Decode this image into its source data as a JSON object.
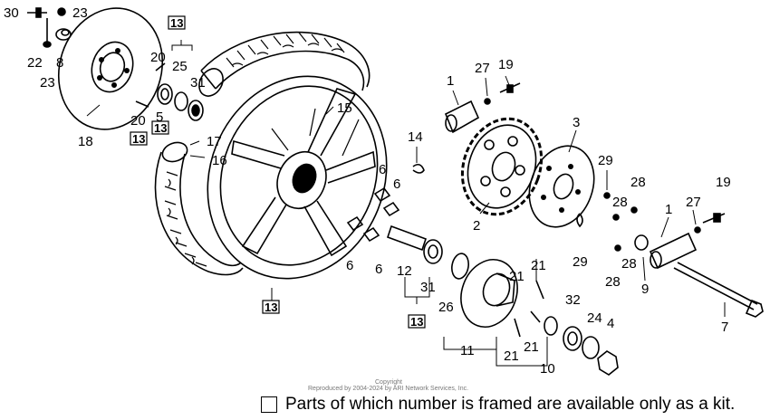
{
  "callouts": {
    "c30": "30",
    "c23a": "23",
    "c22": "22",
    "c8": "8",
    "c23b": "23",
    "c18": "18",
    "c20a": "20",
    "c25": "25",
    "c31a": "31",
    "c5": "5",
    "c20b": "20",
    "c17": "17",
    "c16": "16",
    "c15": "15",
    "c1a": "1",
    "c27a": "27",
    "c19a": "19",
    "c3": "3",
    "c2": "2",
    "c14": "14",
    "c6a": "6",
    "c6b": "6",
    "c6c": "6",
    "c6d": "6",
    "c29a": "29",
    "c28a": "28",
    "c28b": "28",
    "c28c": "28",
    "c28d": "28",
    "c29b": "29",
    "c19b": "19",
    "c27b": "27",
    "c1b": "1",
    "c9": "9",
    "c7": "7",
    "c12": "12",
    "c31b": "31",
    "c26": "26",
    "c21a": "21",
    "c21b": "21",
    "c21c": "21",
    "c21d": "21",
    "c11": "11",
    "c10": "10",
    "c32": "32",
    "c24": "24",
    "c4": "4"
  },
  "kit_labels": {
    "k1": "13",
    "k2": "13",
    "k3": "13",
    "k4": "13",
    "k5": "13"
  },
  "note_text": "Parts of which number is framed are available only as a kit.",
  "copyright_title": "Copyright",
  "copyright_text": "Reproduced by 2004-2024 by ARI Network Services, Inc."
}
